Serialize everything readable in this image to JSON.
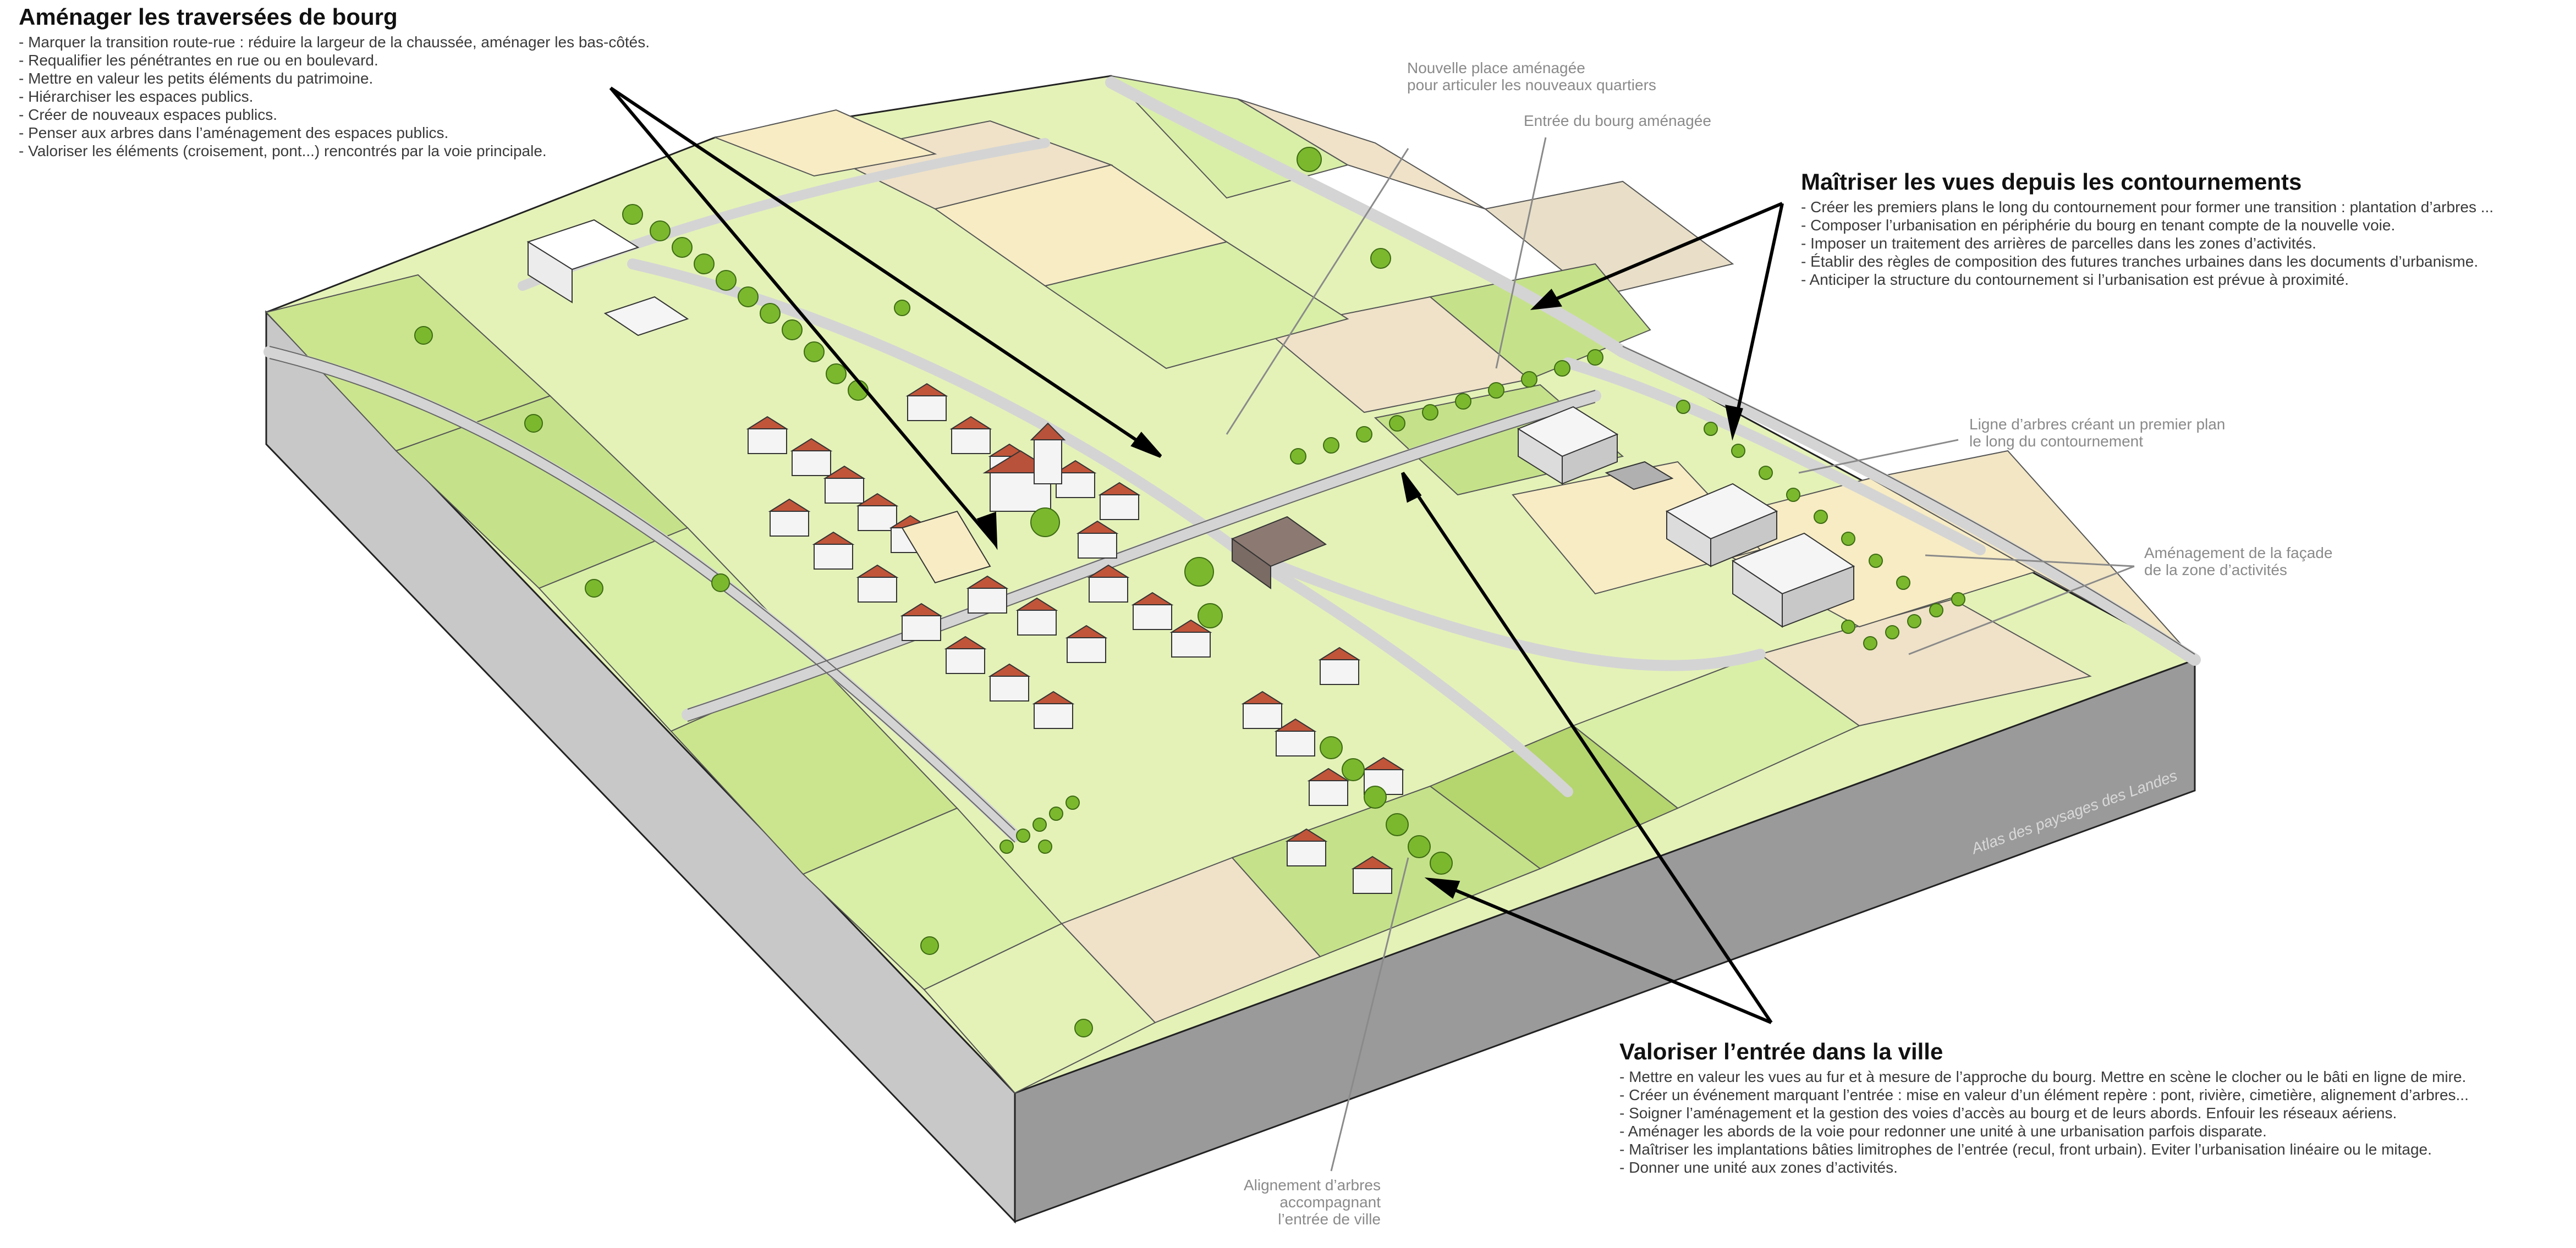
{
  "blocks": {
    "traversees": {
      "title": "Aménager les traversées de bourg",
      "items": [
        "- Marquer la transition route-rue : réduire la largeur de la chaussée, aménager les bas-côtés.",
        "- Requalifier les pénétrantes en rue ou en boulevard.",
        "- Mettre en valeur les petits éléments du patrimoine.",
        "- Hiérarchiser les espaces publics.",
        "- Créer de nouveaux espaces publics.",
        "- Penser aux arbres dans l’aménagement des espaces publics.",
        "- Valoriser les éléments (croisement, pont...) rencontrés par la voie principale."
      ]
    },
    "vues": {
      "title": "Maîtriser les vues depuis les contournements",
      "items": [
        "- Créer les premiers plans le long du contournement pour former une transition : plantation d’arbres ...",
        "- Composer l’urbanisation en périphérie du bourg en tenant compte de la nouvelle voie.",
        "- Imposer un traitement des arrières de parcelles dans les zones d’activités.",
        "- Établir des règles de composition des futures tranches urbaines dans les documents d’urbanisme.",
        "- Anticiper la structure du contournement si l’urbanisation est prévue à proximité."
      ]
    },
    "entree": {
      "title": "Valoriser l’entrée dans la ville",
      "items": [
        "- Mettre en valeur les vues au fur et à mesure de l’approche du bourg. Mettre en scène le clocher ou le bâti en ligne de mire.",
        "- Créer un événement marquant l’entrée : mise en valeur d’un élément repère : pont, rivière, cimetière, alignement d’arbres...",
        "- Soigner l’aménagement et la gestion des voies d’accès au bourg et de leurs abords. Enfouir les réseaux aériens.",
        "- Aménager les abords de la voie pour redonner une unité à une urbanisation parfois disparate.",
        "- Maîtriser les implantations bâties limitrophes de l’entrée (recul, front urbain). Eviter l’urbanisation linéaire ou le mitage.",
        "- Donner une unité aux zones d’activités."
      ]
    }
  },
  "annotations": {
    "place": [
      "Nouvelle place aménagée",
      "pour articuler les nouveaux quartiers"
    ],
    "entree_bourg": [
      "Entrée du bourg aménagée"
    ],
    "ligne_arbres": [
      "Ligne d’arbres créant un premier plan",
      "le long du contournement"
    ],
    "facade": [
      "Aménagement de la façade",
      "de la zone d’activités"
    ],
    "alignement": [
      "Alignement d’arbres",
      "accompagnant",
      "l’entrée de ville"
    ]
  },
  "watermark": "Atlas des paysages des Landes",
  "colors": {
    "field_light": "#e4f2b8",
    "field_mid": "#c5e28a",
    "field_dark": "#b5d56e",
    "field_beige": "#efe2c8",
    "field_cream": "#f7ecc4",
    "road": "#d9d9d9",
    "block_side_left": "#c8c8c8",
    "block_side_front": "#9a9a9a",
    "roof": "#c0553a",
    "tree": "#7bb82e"
  }
}
